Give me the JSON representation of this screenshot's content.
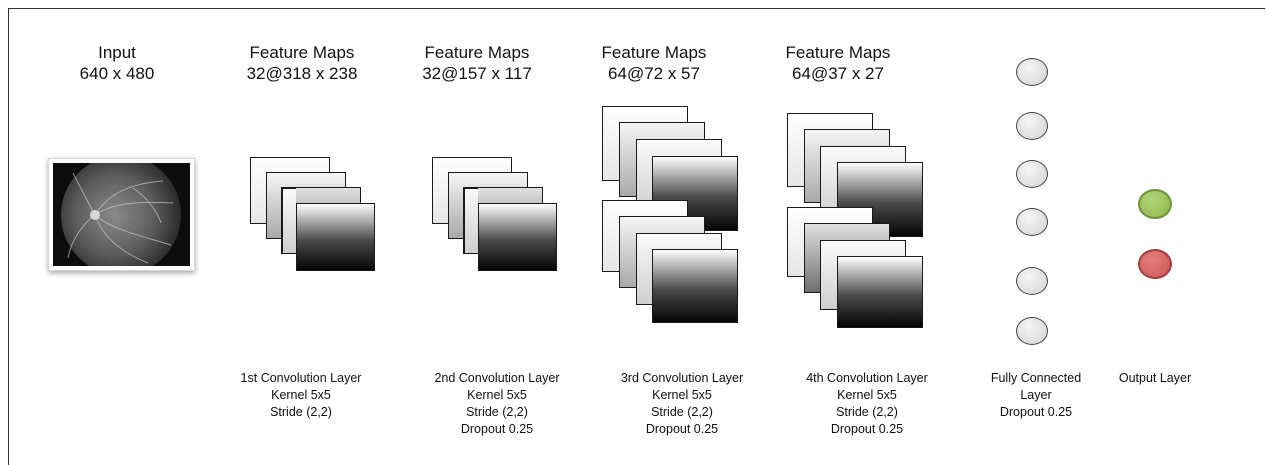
{
  "headers": {
    "input": {
      "title": "Input",
      "dims": "640 x 480"
    },
    "fm1": {
      "title": "Feature Maps",
      "dims": "32@318 x 238"
    },
    "fm2": {
      "title": "Feature Maps",
      "dims": "32@157 x 117"
    },
    "fm3": {
      "title": "Feature Maps",
      "dims": "64@72 x 57"
    },
    "fm4": {
      "title": "Feature Maps",
      "dims": "64@37 x 27"
    }
  },
  "captions": {
    "conv1": [
      "1st Convolution Layer",
      "Kernel 5x5",
      "Stride (2,2)"
    ],
    "conv2": [
      "2nd Convolution Layer",
      "Kernel 5x5",
      "Stride (2,2)",
      "Dropout 0.25"
    ],
    "conv3": [
      "3rd Convolution Layer",
      "Kernel 5x5",
      "Stride (2,2)",
      "Dropout 0.25"
    ],
    "conv4": [
      "4th Convolution Layer",
      "Kernel 5x5",
      "Stride (2,2)",
      "Dropout 0.25"
    ],
    "fc": [
      "Fully Connected",
      "Layer",
      "Dropout 0.25"
    ],
    "output": [
      "Output Layer"
    ]
  },
  "colors": {
    "output_node_1": "#95bb52",
    "output_node_2": "#cf5c5a",
    "hidden_node": "#dcdcdc"
  },
  "input_image": {
    "icon": "fundus-image"
  }
}
